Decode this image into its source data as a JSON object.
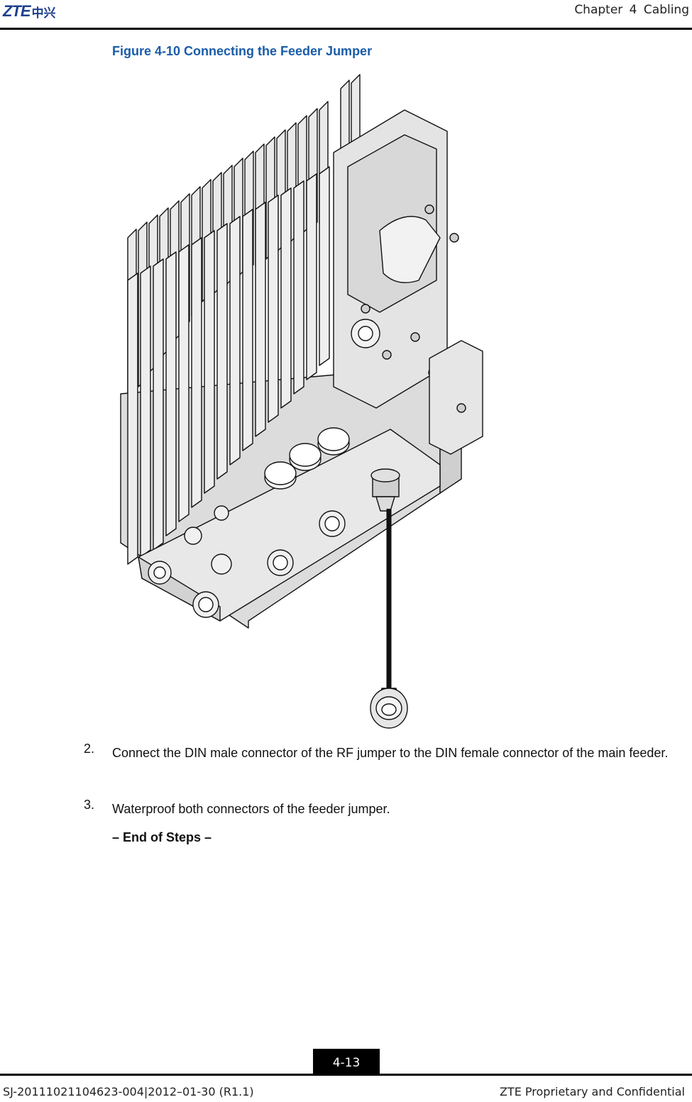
{
  "header": {
    "logo_latin": "ZTE",
    "logo_cn": "中兴",
    "chapter": "Chapter 4 Cabling"
  },
  "figure": {
    "caption": "Figure 4-10 Connecting the Feeder Jumper",
    "icon": "rru-feeder-jumper-illustration"
  },
  "steps": [
    {
      "num": "2.",
      "text": "Connect the DIN male connector of the RF jumper to the DIN female connector of the main feeder."
    },
    {
      "num": "3.",
      "text": "Waterproof both connectors of the feeder jumper."
    }
  ],
  "end_of_steps": "– End of Steps –",
  "footer": {
    "page": "4-13",
    "doc_id": "SJ-20111021104623-004|2012–01-30 (R1.1)",
    "confidential": "ZTE Proprietary and Confidential"
  }
}
